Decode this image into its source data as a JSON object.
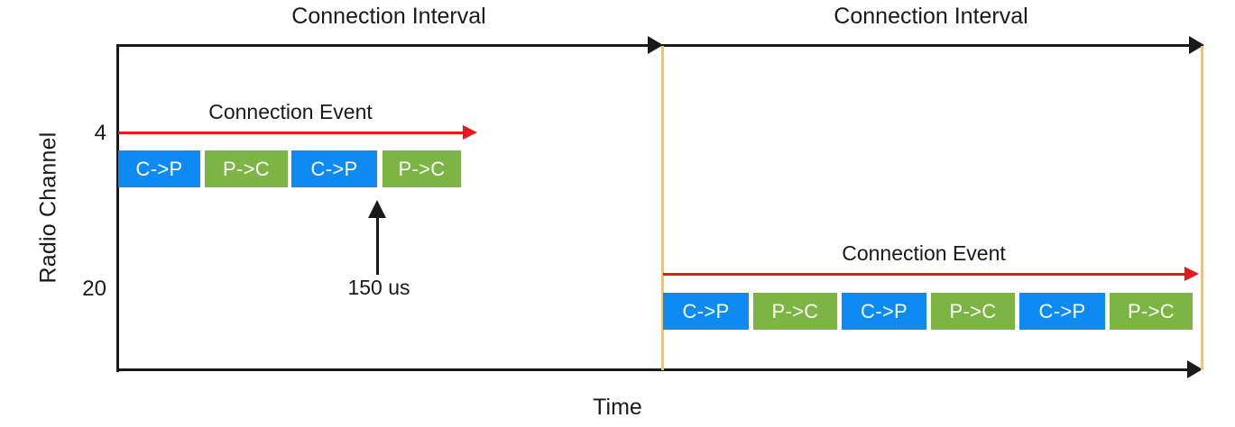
{
  "diagram": {
    "title_axis_x": "Time",
    "title_axis_y": "Radio Channel",
    "y_ticks": [
      {
        "label": "4"
      },
      {
        "label": "20"
      }
    ],
    "intervals": [
      {
        "caption": "Connection Interval"
      },
      {
        "caption": "Connection Interval"
      }
    ],
    "connection_events": [
      {
        "label": "Connection Event",
        "channel": "4",
        "packets": [
          {
            "label": "C->P",
            "direction": "central-to-peripheral",
            "width": 91
          },
          {
            "label": "P->C",
            "direction": "peripheral-to-central",
            "width": 92
          },
          {
            "label": "C->P",
            "direction": "central-to-peripheral",
            "width": 95
          },
          {
            "label": "P->C",
            "direction": "peripheral-to-central",
            "width": 87
          }
        ]
      },
      {
        "label": "Connection Event",
        "channel": "20",
        "packets": [
          {
            "label": "C->P",
            "direction": "central-to-peripheral",
            "width": 95
          },
          {
            "label": "P->C",
            "direction": "peripheral-to-central",
            "width": 93
          },
          {
            "label": "C->P",
            "direction": "central-to-peripheral",
            "width": 94
          },
          {
            "label": "P->C",
            "direction": "peripheral-to-central",
            "width": 93
          },
          {
            "label": "C->P",
            "direction": "central-to-peripheral",
            "width": 95
          },
          {
            "label": "P->C",
            "direction": "peripheral-to-central",
            "width": 92
          }
        ]
      }
    ],
    "annotation": {
      "ifs_label": "150 us"
    },
    "colors": {
      "central_to_peripheral": "#0d8bf2",
      "peripheral_to_central": "#7cb543",
      "connection_event_arrow": "#e8191b",
      "interval_separator": "#ffc24a",
      "axis": "#1a1a1a"
    }
  }
}
